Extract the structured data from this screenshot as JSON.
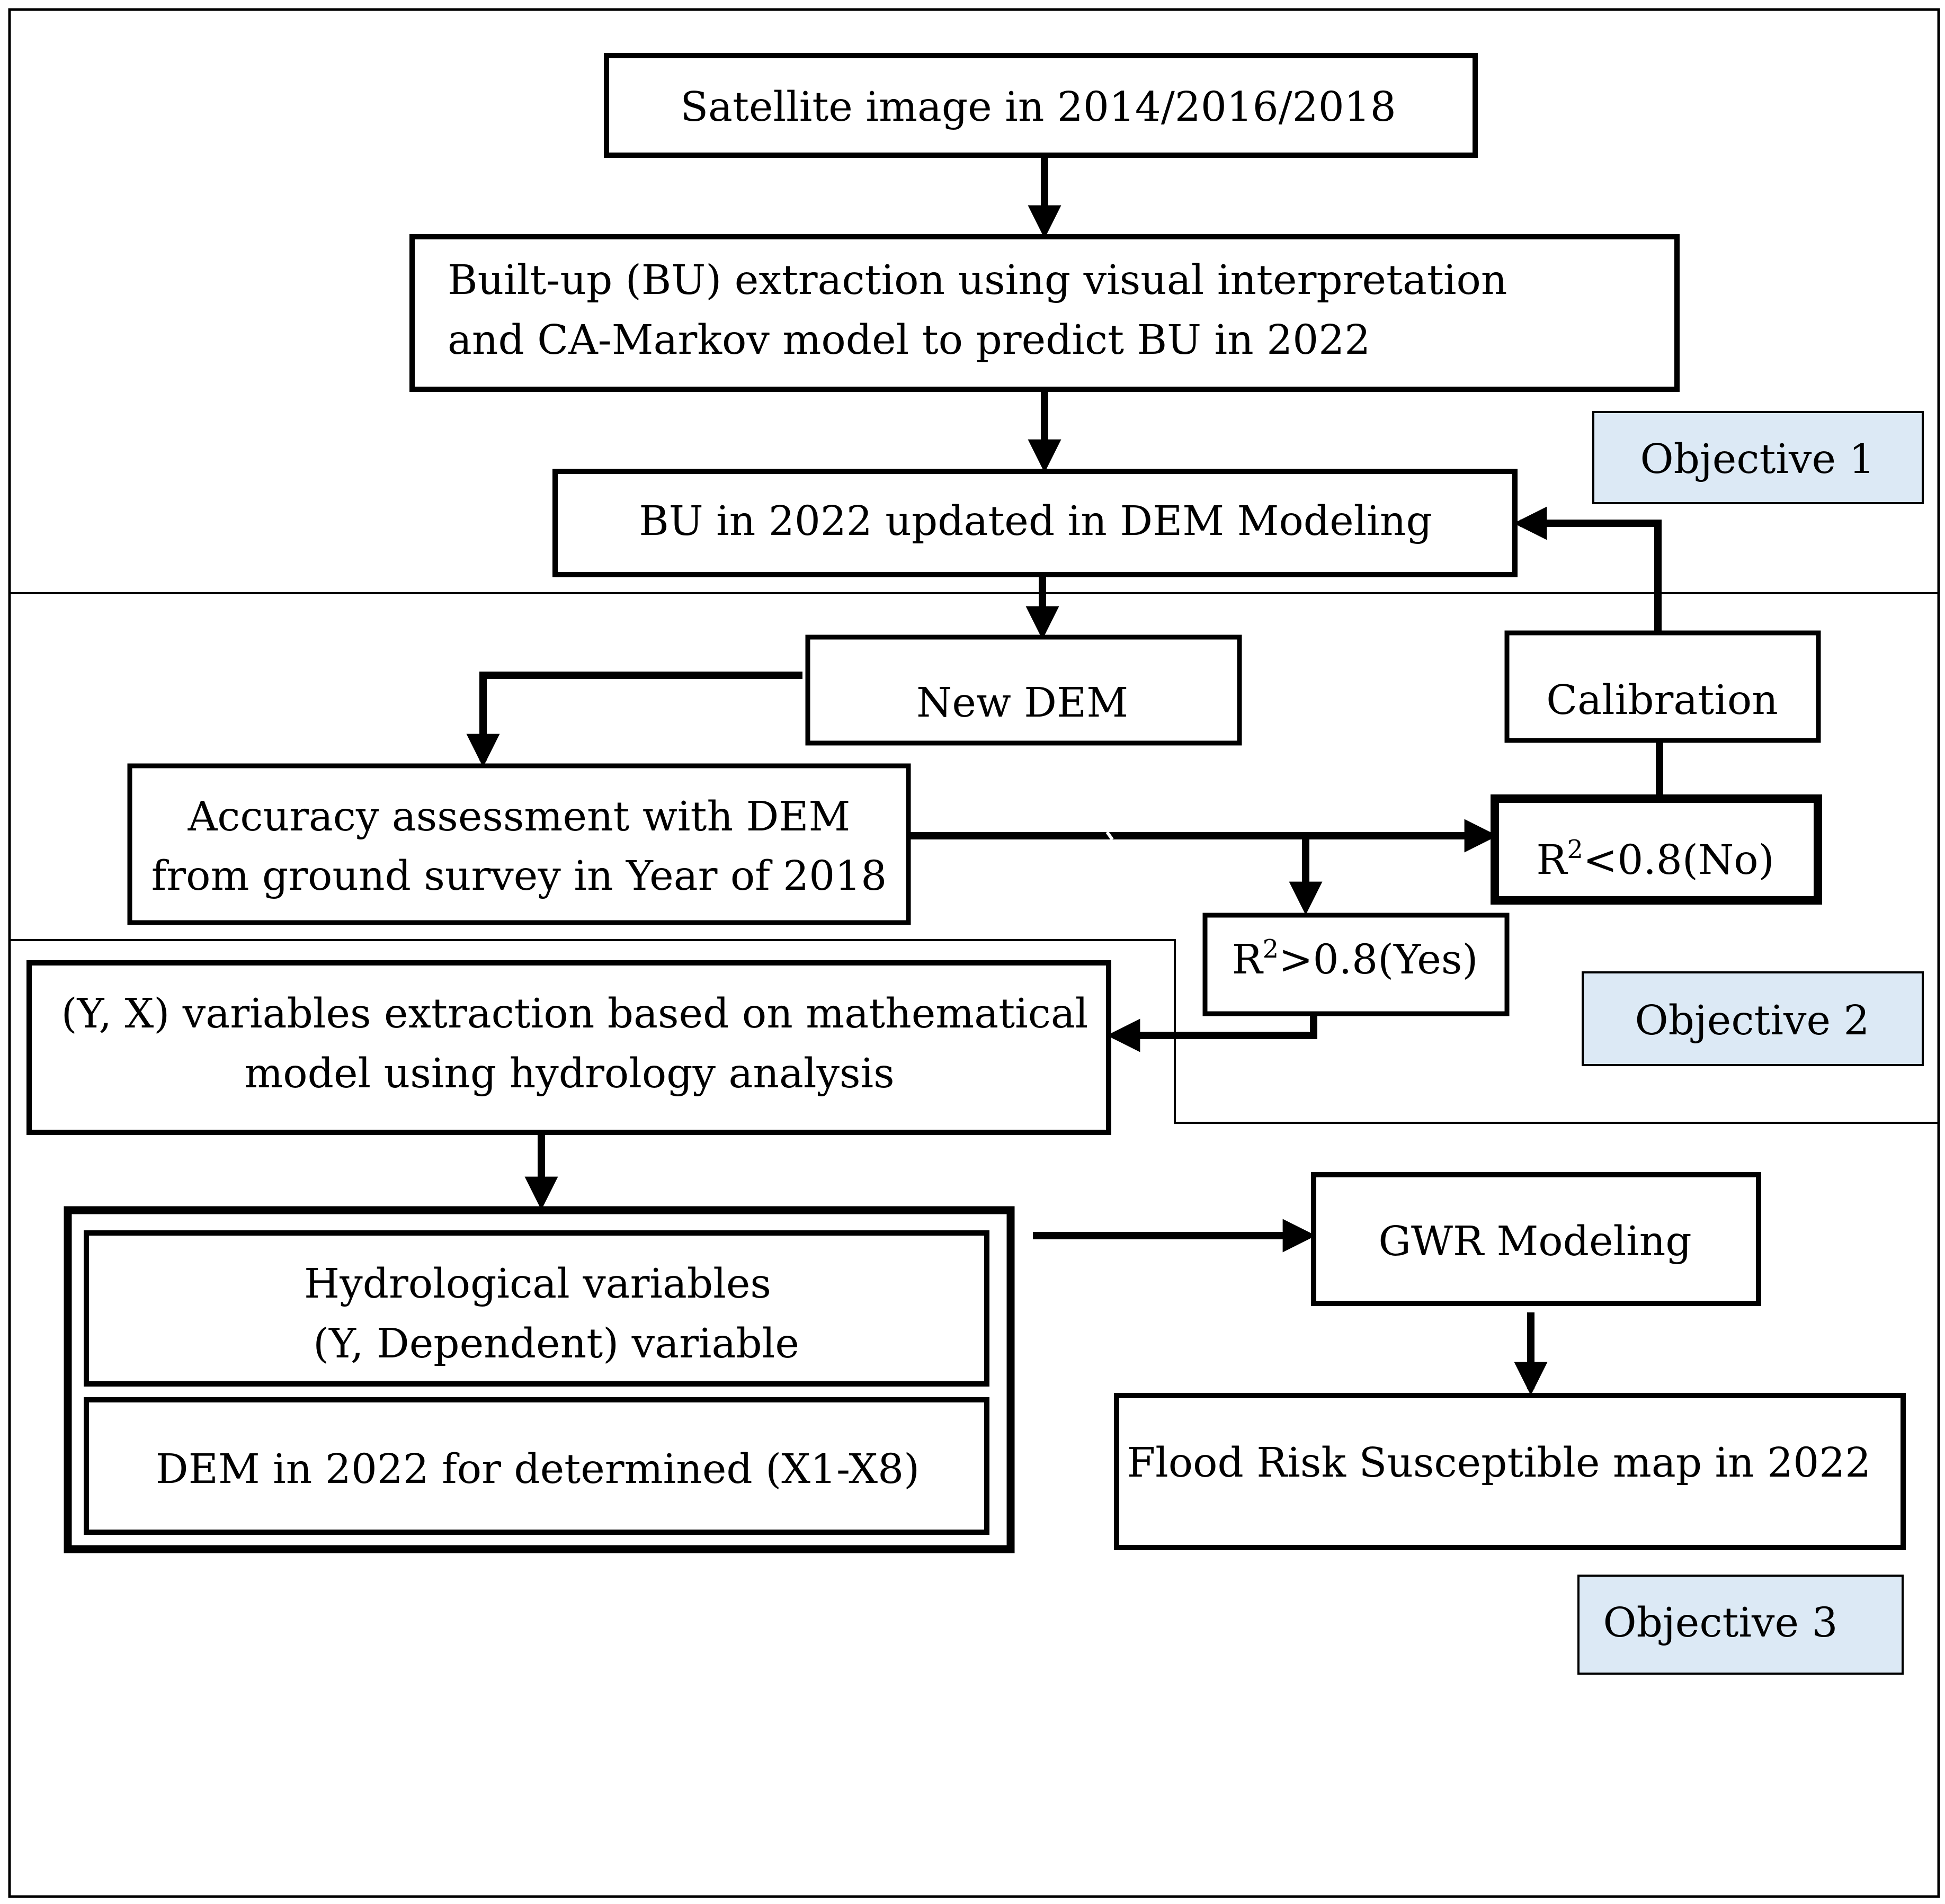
{
  "nodes": {
    "satellite": {
      "line1": "Satellite image in 2014/2016/2018"
    },
    "builtup": {
      "line1": "Built-up (BU) extraction using visual interpretation",
      "line2": "and CA-Markov model to predict BU in 2022"
    },
    "bu2022": {
      "line1": "BU in 2022 updated in DEM Modeling"
    },
    "newdem": {
      "line1": "New DEM"
    },
    "calibration": {
      "line1": "Calibration"
    },
    "accuracy": {
      "line1": "Accuracy assessment with DEM",
      "line2": "from ground survey in Year of 2018"
    },
    "r2_no": {
      "prefix": "R",
      "sup": "2",
      "suffix": "<0.8(No)"
    },
    "r2_yes": {
      "prefix": "R",
      "sup": "2",
      "suffix": ">0.8(Yes)"
    },
    "yx_extraction": {
      "line1": "(Y, X) variables extraction based on mathematical",
      "line2": "model using hydrology analysis"
    },
    "hydrological": {
      "line1": "Hydrological variables",
      "line2": "(Y, Dependent) variable"
    },
    "dem2022": {
      "line1": "DEM in 2022 for determined (X1-X8)"
    },
    "gwr": {
      "line1": "GWR Modeling"
    },
    "flood": {
      "line1": "Flood Risk Susceptible map in 2022"
    }
  },
  "objectives": {
    "obj1": "Objective 1",
    "obj2": "Objective 2",
    "obj3": "Objective 3"
  },
  "colors": {
    "objective_fill": "#DCE9F5",
    "stroke": "#000000",
    "background": "#FFFFFF"
  }
}
